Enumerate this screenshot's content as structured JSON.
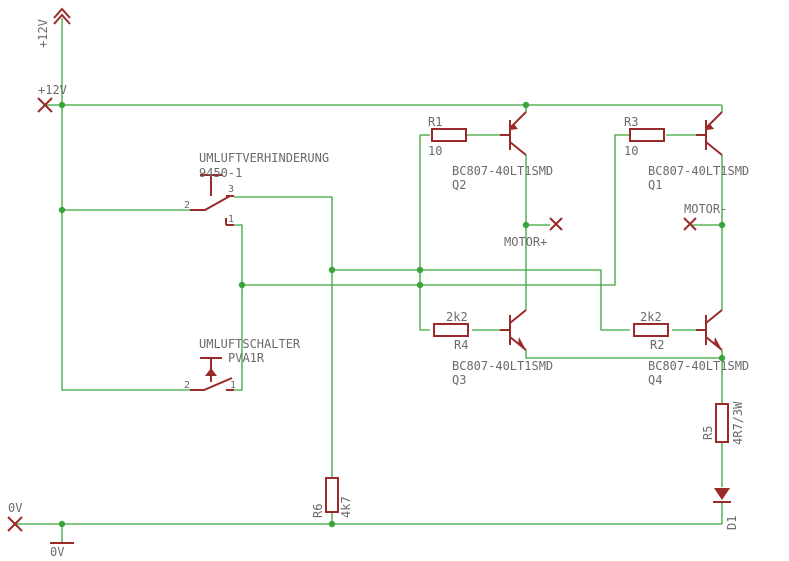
{
  "supply": {
    "top_symbol_label": "+12V",
    "rail_label": "+12V",
    "gnd_label": "0V",
    "gnd_symbol_label": "0V"
  },
  "switches": {
    "s1": {
      "name": "UMLUFTVERHINDERUNG",
      "value": "9450-1",
      "pin_2": "2",
      "pin_3": "3",
      "pin_1": "1"
    },
    "s2": {
      "name": "UMLUFTSCHALTER",
      "value": "PVA1R",
      "pin_2": "2",
      "pin_1": "1"
    }
  },
  "resistors": {
    "r1": {
      "name": "R1",
      "value": "10"
    },
    "r3": {
      "name": "R3",
      "value": "10"
    },
    "r4": {
      "name": "R4",
      "value": "2k2"
    },
    "r2": {
      "name": "R2",
      "value": "2k2"
    },
    "r5": {
      "name": "R5",
      "value": "4R7/3W"
    },
    "r6": {
      "name": "R6",
      "value": "4k7"
    }
  },
  "transistors": {
    "q2": {
      "name": "Q2",
      "type": "BC807-40LT1SMD"
    },
    "q1": {
      "name": "Q1",
      "type": "BC807-40LT1SMD"
    },
    "q3": {
      "name": "Q3",
      "type": "BC807-40LT1SMD"
    },
    "q4": {
      "name": "Q4",
      "type": "BC807-40LT1SMD"
    }
  },
  "diode": {
    "name": "D1"
  },
  "nets": {
    "motor_plus": "MOTOR+",
    "motor_minus": "MOTOR-"
  },
  "colors": {
    "wire": "#3aa63a",
    "part": "#9b2a2a",
    "text": "#6b6b6b",
    "background": "#ffffff"
  }
}
